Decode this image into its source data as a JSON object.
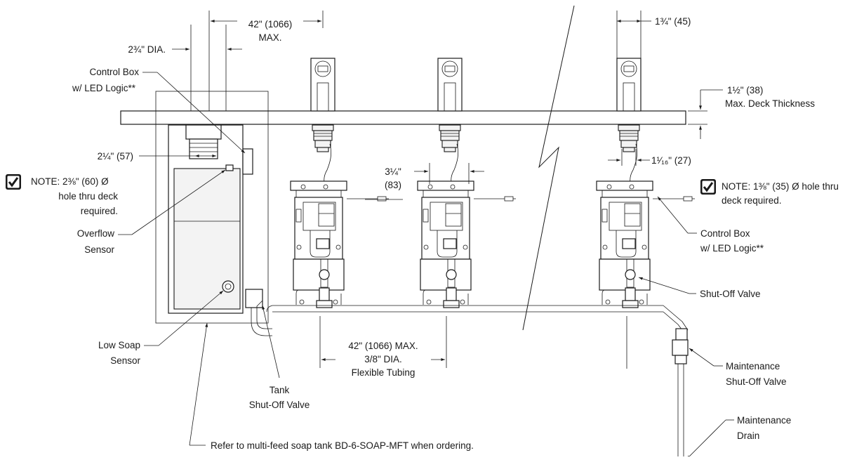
{
  "dimensions": {
    "tank_spacing": "42\" (1066)",
    "tank_spacing_max": "MAX.",
    "spout_dia": "2¾\" DIA.",
    "spout_width_right": "1¾\" (45)",
    "deck_thickness": "1½\" (38)",
    "deck_thickness_label": "Max. Deck Thickness",
    "shank_left": "2¼\" (57)",
    "valve_offset_a": "3¼\"",
    "valve_offset_b": "(83)",
    "shank_right": "1¹⁄₁₆\" (27)",
    "tubing_a": "42\" (1066) MAX.",
    "tubing_b": "3/8\" DIA.",
    "tubing_c": "Flexible Tubing"
  },
  "notes": {
    "left": [
      "NOTE: 2⅜\" (60) Ø",
      "hole thru deck",
      "required."
    ],
    "right": [
      "NOTE: 1⅜\" (35) Ø hole thru",
      "deck required."
    ],
    "bottom": "Refer to multi-feed soap tank BD-6-SOAP-MFT when ordering."
  },
  "callouts": {
    "control_box_left": [
      "Control Box",
      "w/ LED Logic**"
    ],
    "overflow_sensor": [
      "Overflow",
      "Sensor"
    ],
    "low_soap_sensor": [
      "Low Soap",
      "Sensor"
    ],
    "tank_valve": [
      "Tank",
      "Shut-Off Valve"
    ],
    "control_box_right": [
      "Control Box",
      "w/ LED Logic**"
    ],
    "shutoff_valve": "Shut-Off Valve",
    "maint_valve": [
      "Maintenance",
      "Shut-Off Valve"
    ],
    "maint_drain": [
      "Maintenance",
      "Drain"
    ]
  },
  "icons": {
    "note": "checkmark-note-icon"
  }
}
